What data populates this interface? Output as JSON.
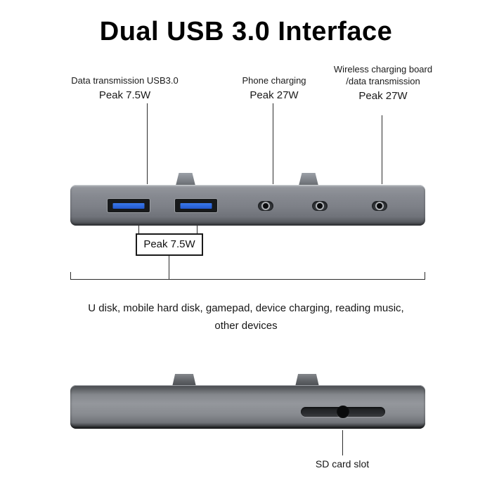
{
  "title": "Dual USB 3.0 Interface",
  "annotations": {
    "usb_data": {
      "label": "Data transmission USB3.0",
      "value": "Peak 7.5W"
    },
    "phone_charging": {
      "label": "Phone charging",
      "value": "Peak 27W"
    },
    "wireless_charging": {
      "label_line1": "Wireless charging board",
      "label_line2": "/data transmission",
      "value": "Peak 27W"
    }
  },
  "callout": {
    "peak_label": "Peak 7.5W"
  },
  "usage_caption": {
    "line1": "U disk, mobile hard disk, gamepad, device charging, reading music,",
    "line2": "other devices"
  },
  "sd_slot": {
    "label": "SD card slot"
  },
  "ports": {
    "usb_count": 2,
    "round_port_count": 3
  },
  "colors": {
    "body_gray": "#7e8188",
    "usb_blue": "#2b63d9",
    "leader_line": "#2b2b2b",
    "text": "#111111",
    "background": "#ffffff"
  }
}
